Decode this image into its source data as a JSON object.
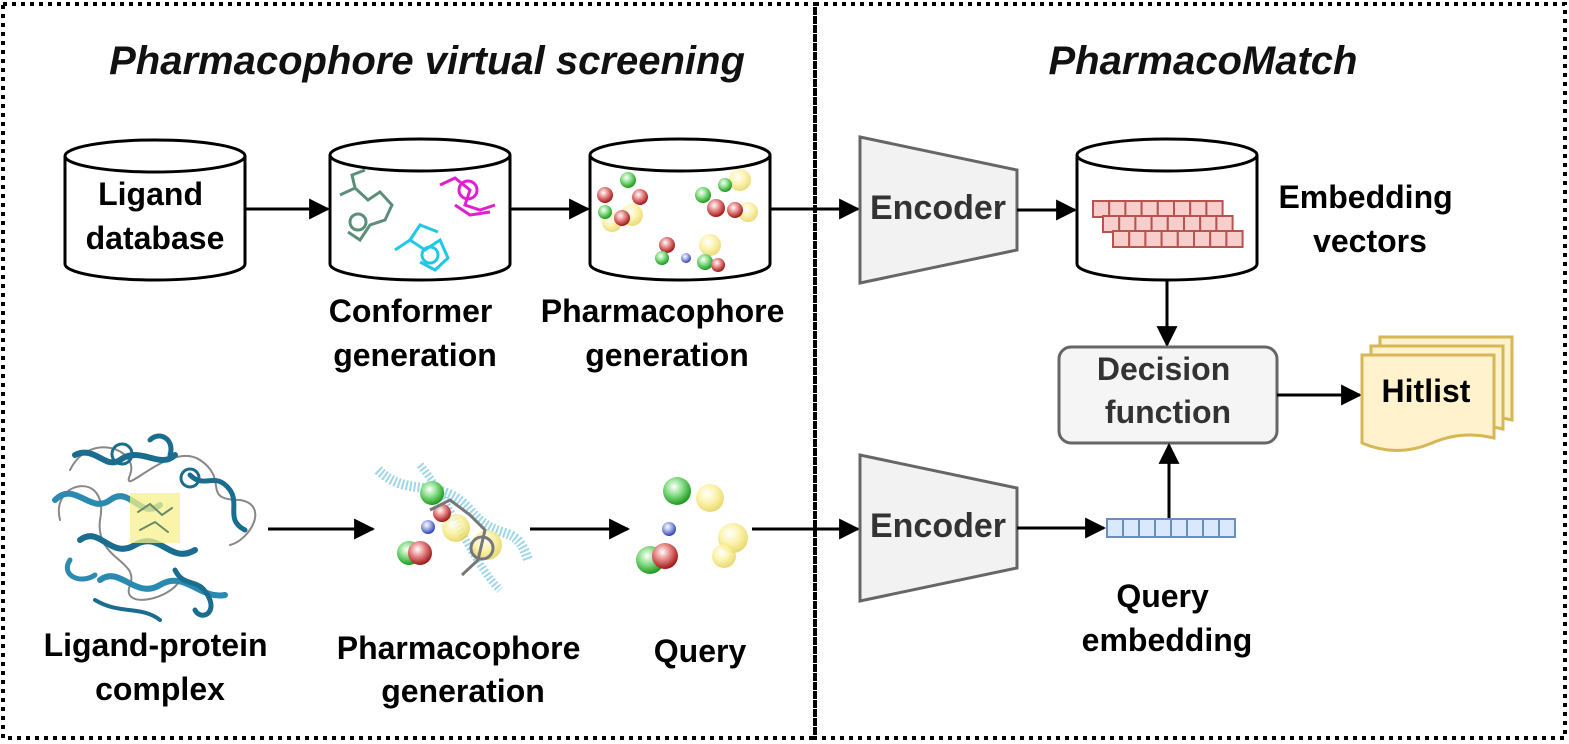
{
  "panels": {
    "left_title": "Pharmacophore virtual screening",
    "right_title": "PharmacoMatch"
  },
  "top_row": {
    "ligand_database": [
      "Ligand",
      "database"
    ],
    "conformer_generation": [
      "Conformer",
      "generation"
    ],
    "pharmacophore_generation": [
      "Pharmacophore",
      "generation"
    ]
  },
  "bottom_row": {
    "ligand_protein_complex": [
      "Ligand-protein",
      "complex"
    ],
    "pharmacophore_generation": [
      "Pharmacophore",
      "generation"
    ],
    "query": "Query"
  },
  "model": {
    "encoder_top": "Encoder",
    "encoder_bottom": "Encoder",
    "embedding_vectors": [
      "Embedding",
      "vectors"
    ],
    "decision_function": [
      "Decision",
      "function"
    ],
    "hitlist": "Hitlist",
    "query_embedding": [
      "Query",
      "embedding"
    ]
  },
  "colors": {
    "encoder_fill": "#f2f2f2",
    "encoder_stroke": "#666666",
    "embedding_fill": "#f8cecc",
    "embedding_stroke": "#b85450",
    "query_embedding_fill": "#dae8fc",
    "query_embedding_stroke": "#6c8ebf",
    "hitlist_fill": "#fff2cc",
    "hitlist_stroke": "#d6b656",
    "decision_fill": "#f5f5f5",
    "decision_stroke": "#666666"
  }
}
